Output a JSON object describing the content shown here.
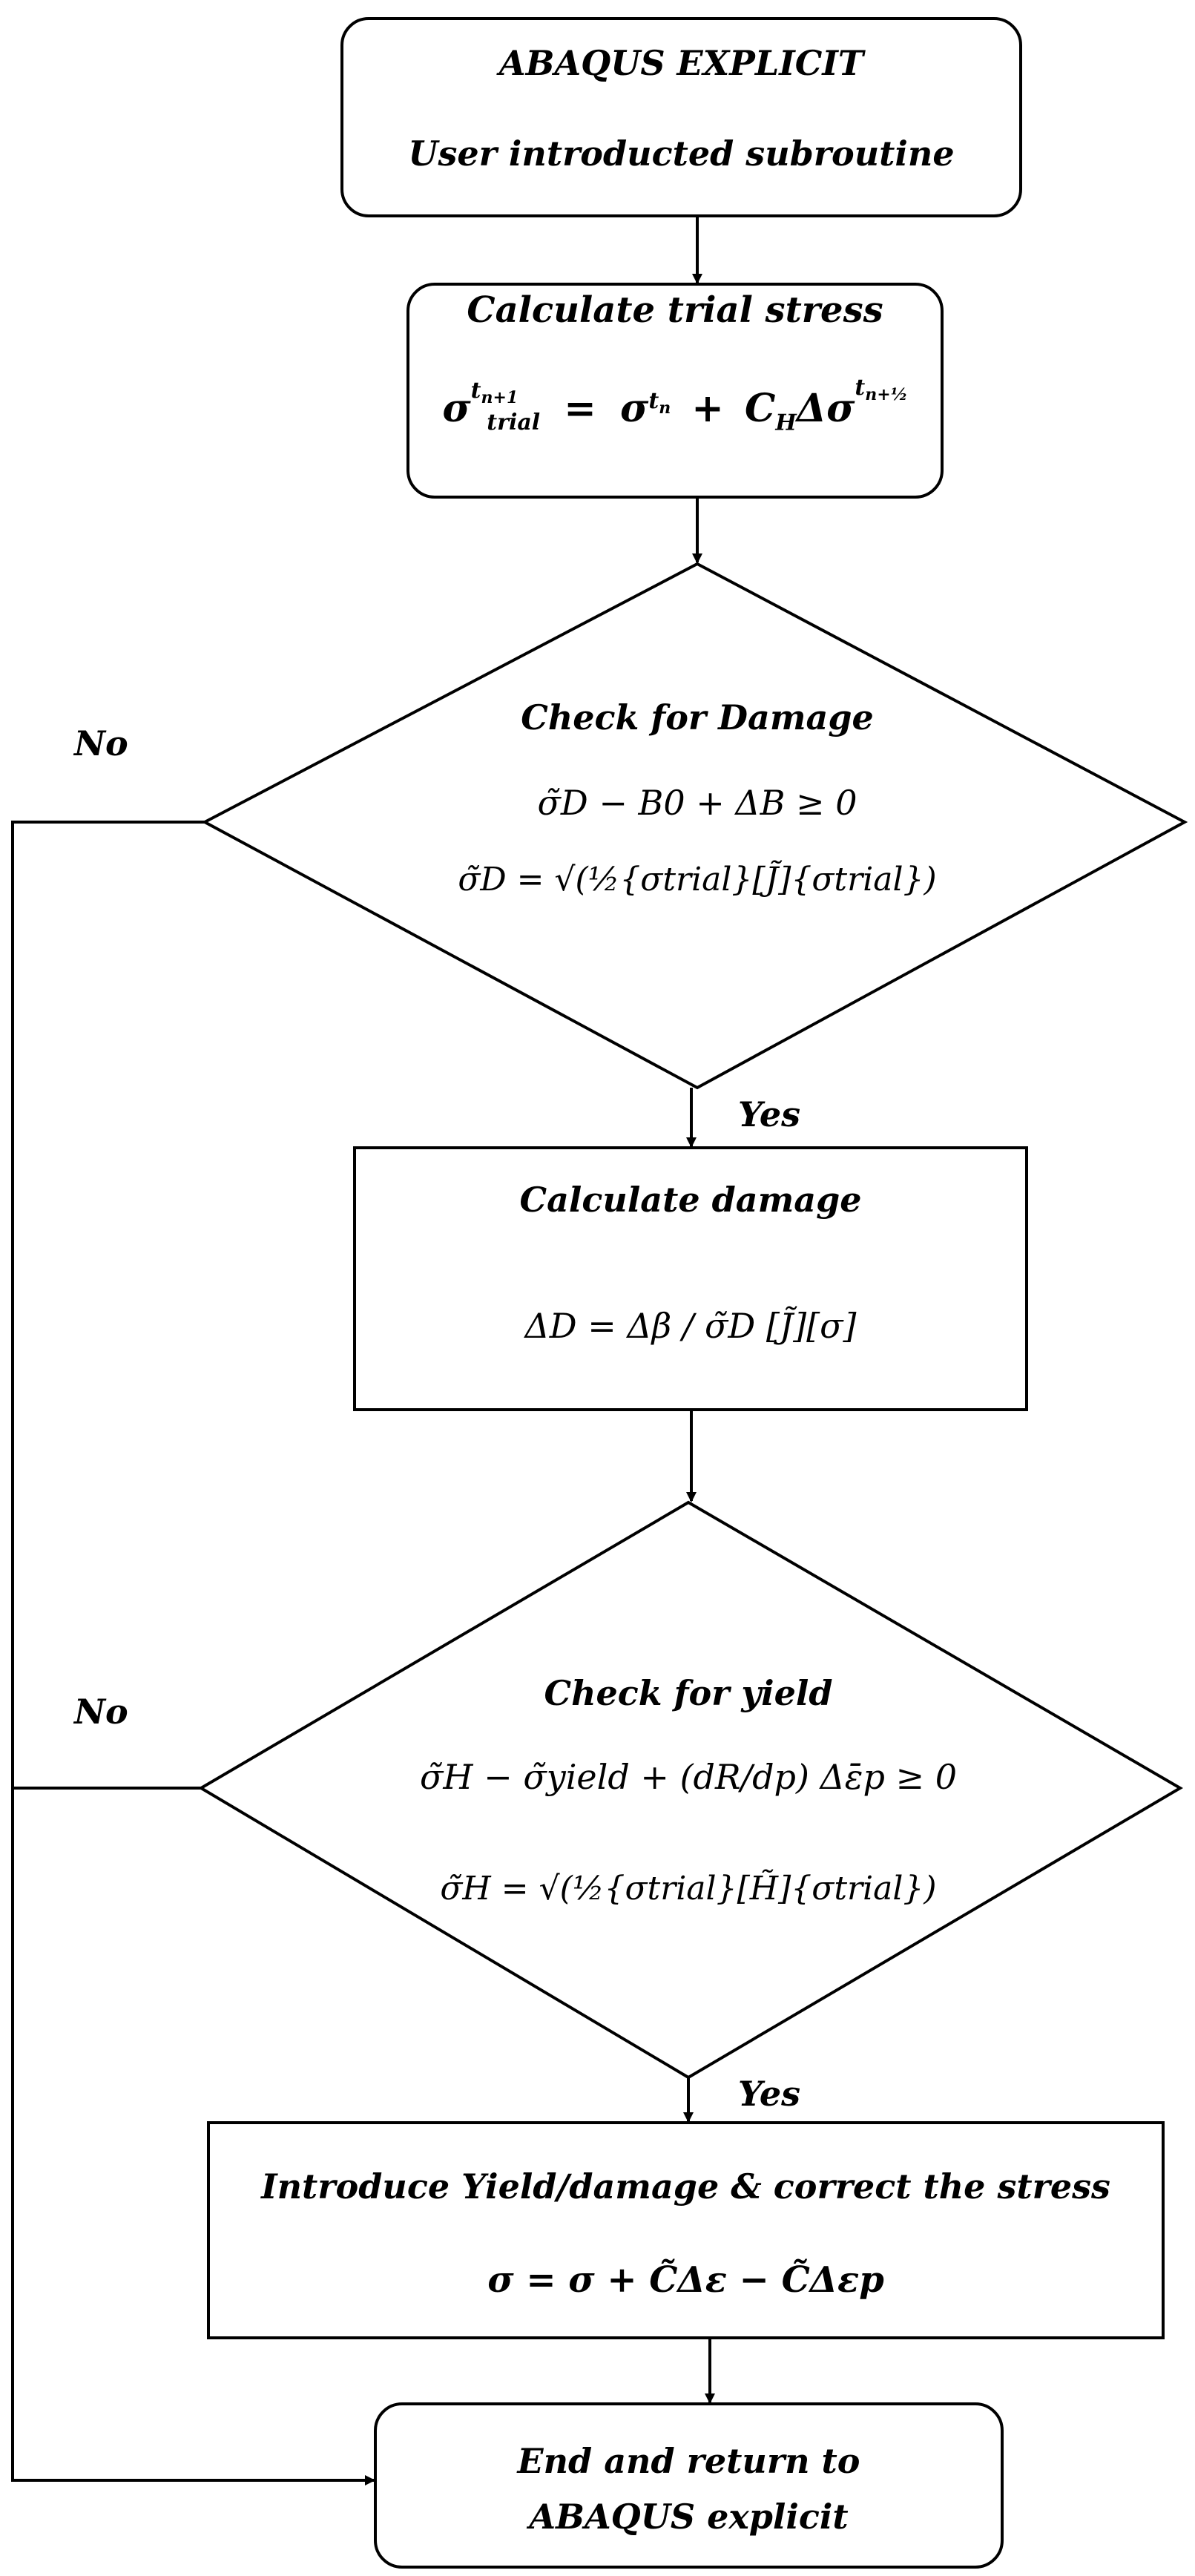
{
  "nodes": {
    "start": {
      "line1": "ABAQUS EXPLICIT",
      "line2": "User introducted subroutine"
    },
    "trial": {
      "title": "Calculate trial stress",
      "equation": {
        "lhs_sym": "σ",
        "lhs_sup": "t",
        "lhs_sup_sub": "n+1",
        "lhs_sub": "trial",
        "eq": "=",
        "term1": "σ",
        "term1_sup": "t",
        "term1_sup_sub": "n",
        "plus": "+",
        "term2": "C",
        "term2_sub": "H",
        "term2_rest": "Δσ",
        "term2_sup": "t",
        "term2_sup_sub": "n+½"
      }
    },
    "damage_check": {
      "title": "Check for Damage",
      "eq1": "σ̃D − B0 + ΔB ≥ 0",
      "eq2": "σ̃D = √(½{σtrial}[J̃]{σtrial})"
    },
    "calc_damage": {
      "title": "Calculate damage",
      "eq": "ΔD = Δβ / σ̃D [J̃][σ]"
    },
    "yield_check": {
      "title": "Check for yield",
      "eq1": "σ̃H − σ̃yield + (dR/dp) Δε̄p ≥ 0",
      "eq2": "σ̃H = √(½{σtrial}[H̃]{σtrial})"
    },
    "correct": {
      "title": "Introduce Yield/damage & correct the stress",
      "eq": "σ = σ + C̃Δε − C̃Δεp"
    },
    "end": {
      "line1": "End and return to",
      "line2": "ABAQUS explicit"
    }
  },
  "edge_labels": {
    "no1": "No",
    "no2": "No",
    "yes1": "Yes",
    "yes2": "Yes"
  }
}
